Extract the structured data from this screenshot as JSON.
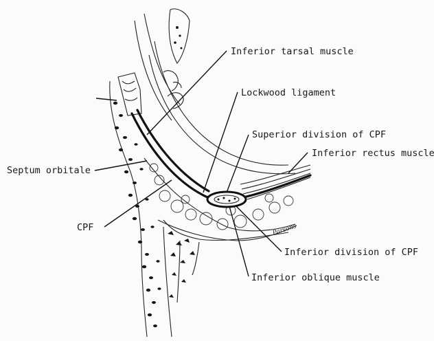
{
  "labels": {
    "inferior_tarsal_muscle": "Inferior tarsal muscle",
    "lockwood_ligament": "Lockwood ligament",
    "superior_division_cpf": "Superior division of CPF",
    "inferior_rectus_muscle": "Inferior rectus muscle",
    "septum_orbitale": "Septum orbitale",
    "cpf": "CPF",
    "inferior_division_cpf": "Inferior division of CPF",
    "inferior_oblique_muscle": "Inferior oblique muscle"
  },
  "artist_signature": "Parsons",
  "colors": {
    "ink": "#111111",
    "paper": "#fbfbf9"
  }
}
